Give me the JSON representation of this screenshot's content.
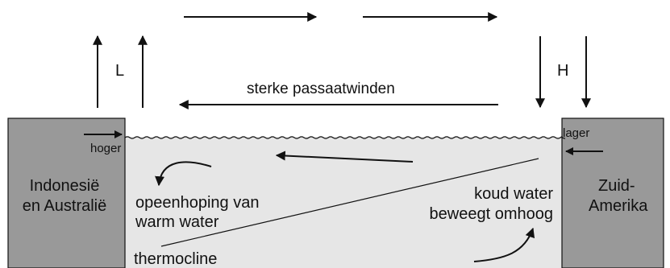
{
  "labels": {
    "L": "L",
    "H": "H",
    "winds": "sterke passaatwinden",
    "hoger": "hoger",
    "lager": "lager",
    "left_land_line1": "Indonesië",
    "left_land_line2": "en Australië",
    "right_land_line1": "Zuid-",
    "right_land_line2": "Amerika",
    "warm_line1": "opeenhoping van",
    "warm_line2": "warm water",
    "cold_line1": "koud water",
    "cold_line2": "beweegt omhoog",
    "thermocline": "thermocline"
  },
  "colors": {
    "land": "#999999",
    "ocean": "#e6e6e6",
    "ink": "#111111"
  }
}
